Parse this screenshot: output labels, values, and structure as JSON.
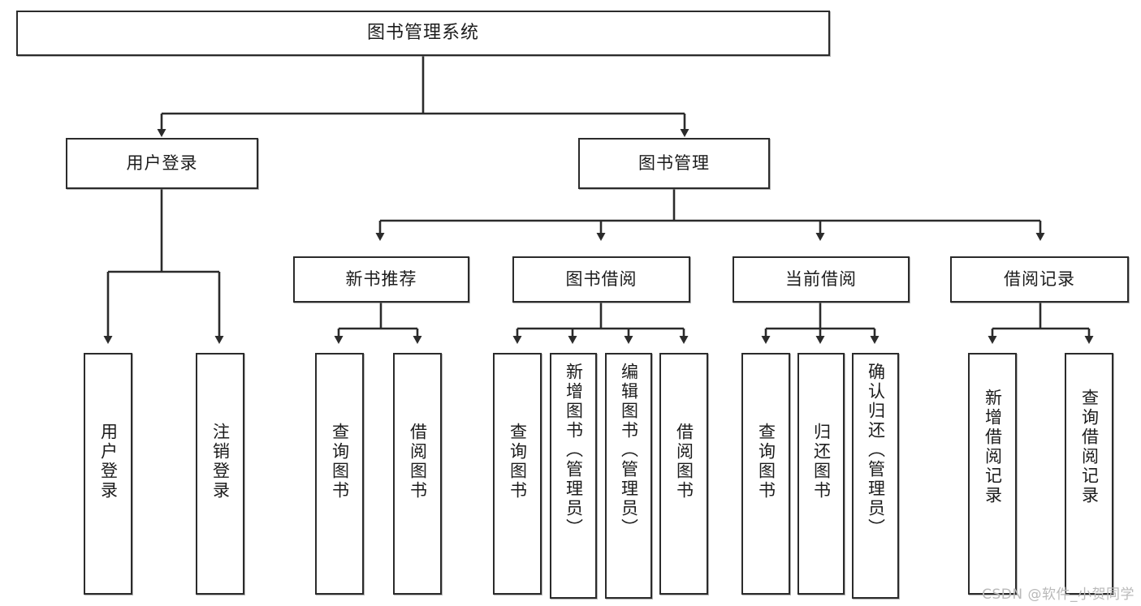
{
  "diagram": {
    "type": "tree",
    "title": "图书管理系统",
    "watermark": "CSDN @软件_小贺同学",
    "colors": {
      "box_stroke": "#2b2b2b",
      "box_fill": "#ffffff",
      "line": "#2b2b2b",
      "watermark": "#b9b9b9"
    },
    "root": {
      "label": "图书管理系统"
    },
    "level2": [
      {
        "id": "user-login",
        "label": "用户登录"
      },
      {
        "id": "book-manage",
        "label": "图书管理"
      }
    ],
    "level3": [
      {
        "id": "new-book-recommend",
        "label": "新书推荐",
        "parent": "book-manage"
      },
      {
        "id": "book-borrow",
        "label": "图书借阅",
        "parent": "book-manage"
      },
      {
        "id": "current-borrow",
        "label": "当前借阅",
        "parent": "book-manage"
      },
      {
        "id": "borrow-record",
        "label": "借阅记录",
        "parent": "book-manage"
      }
    ],
    "leaves": [
      {
        "id": "leaf-user-login",
        "label": "用户登录",
        "parent": "user-login"
      },
      {
        "id": "leaf-logout",
        "label": "注销登录",
        "parent": "user-login"
      },
      {
        "id": "leaf-query-book-rec",
        "label": "查询图书",
        "parent": "new-book-recommend"
      },
      {
        "id": "leaf-borrow-book-rec",
        "label": "借阅图书",
        "parent": "new-book-recommend"
      },
      {
        "id": "leaf-query-book-borrow",
        "label": "查询图书",
        "parent": "book-borrow"
      },
      {
        "id": "leaf-add-book",
        "label": "新增图书（管理员）",
        "parent": "book-borrow"
      },
      {
        "id": "leaf-edit-book",
        "label": "编辑图书（管理员）",
        "parent": "book-borrow"
      },
      {
        "id": "leaf-borrow-book",
        "label": "借阅图书",
        "parent": "book-borrow"
      },
      {
        "id": "leaf-query-book-current",
        "label": "查询图书",
        "parent": "current-borrow"
      },
      {
        "id": "leaf-return-book",
        "label": "归还图书",
        "parent": "current-borrow"
      },
      {
        "id": "leaf-confirm-return",
        "label": "确认归还（管理员）",
        "parent": "current-borrow"
      },
      {
        "id": "leaf-add-borrow-record",
        "label": "新增借阅记录",
        "parent": "borrow-record"
      },
      {
        "id": "leaf-query-borrow-record",
        "label": "查询借阅记录",
        "parent": "borrow-record"
      }
    ]
  }
}
